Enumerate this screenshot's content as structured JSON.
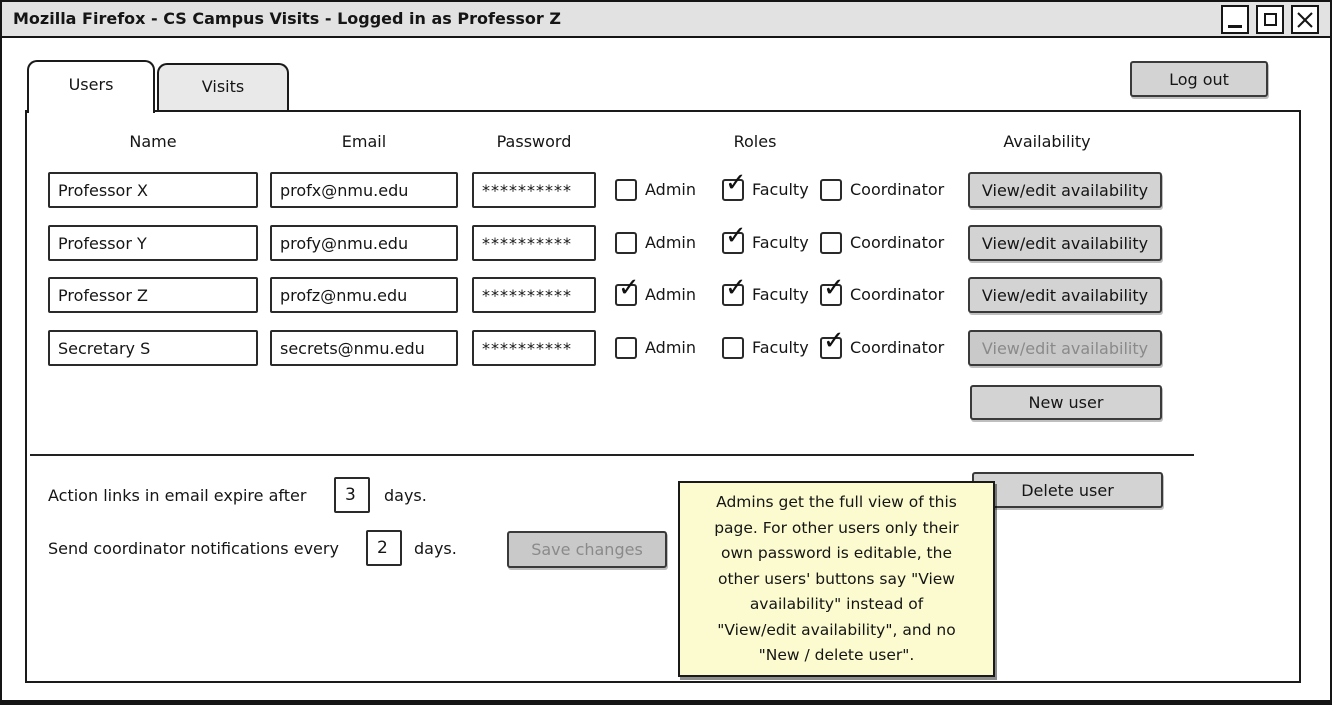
{
  "window": {
    "title": "Mozilla Firefox - CS Campus Visits - Logged in as Professor Z"
  },
  "header": {
    "logout_label": "Log out"
  },
  "tabs": [
    {
      "label": "Users"
    },
    {
      "label": "Visits"
    }
  ],
  "table": {
    "headers": [
      "Name",
      "Email",
      "Password",
      "Roles",
      "Availability"
    ],
    "role_labels": [
      "Admin",
      "Faculty",
      "Coordinator"
    ],
    "rows": [
      {
        "name": "Professor X",
        "email": "profx@nmu.edu",
        "password": "**********",
        "admin_check": "",
        "faculty_check": "✓",
        "coordinator_check": "",
        "availability_label": "View/edit availability"
      },
      {
        "name": "Professor Y",
        "email": "profy@nmu.edu",
        "password": "**********",
        "admin_check": "",
        "faculty_check": "✓",
        "coordinator_check": "",
        "availability_label": "View/edit availability"
      },
      {
        "name": "Professor Z",
        "email": "profz@nmu.edu",
        "password": "**********",
        "admin_check": "✓",
        "faculty_check": "✓",
        "coordinator_check": "✓",
        "availability_label": "View/edit availability"
      },
      {
        "name": "Secretary S",
        "email": "secrets@nmu.edu",
        "password": "**********",
        "admin_check": "",
        "faculty_check": "",
        "coordinator_check": "✓",
        "availability_label": "View/edit availability"
      }
    ]
  },
  "actions": {
    "new_user": "New user",
    "delete_user": "Delete user",
    "save_changes": "Save changes"
  },
  "settings": {
    "expire_prefix": "Action links in email expire after",
    "expire_value": "3",
    "expire_suffix": "days.",
    "notify_prefix": "Send coordinator notifications every",
    "notify_value": "2",
    "notify_suffix": "days."
  },
  "note": {
    "lines": [
      "Admins get the full view of this",
      "page. For other users only their",
      "own password is editable, the",
      "other users' buttons say \"View",
      "availability\" instead of",
      "\"View/edit availability\", and no",
      "\"New / delete user\"."
    ]
  },
  "colors": {
    "titlebar_bg": "#e2e2e2",
    "button_bg": "#d3d3d3",
    "inactive_tab_bg": "#e9e9e9",
    "note_bg": "#fbfbcf",
    "disabled_text": "#8a8a8a",
    "border": "#1a1a1a"
  }
}
